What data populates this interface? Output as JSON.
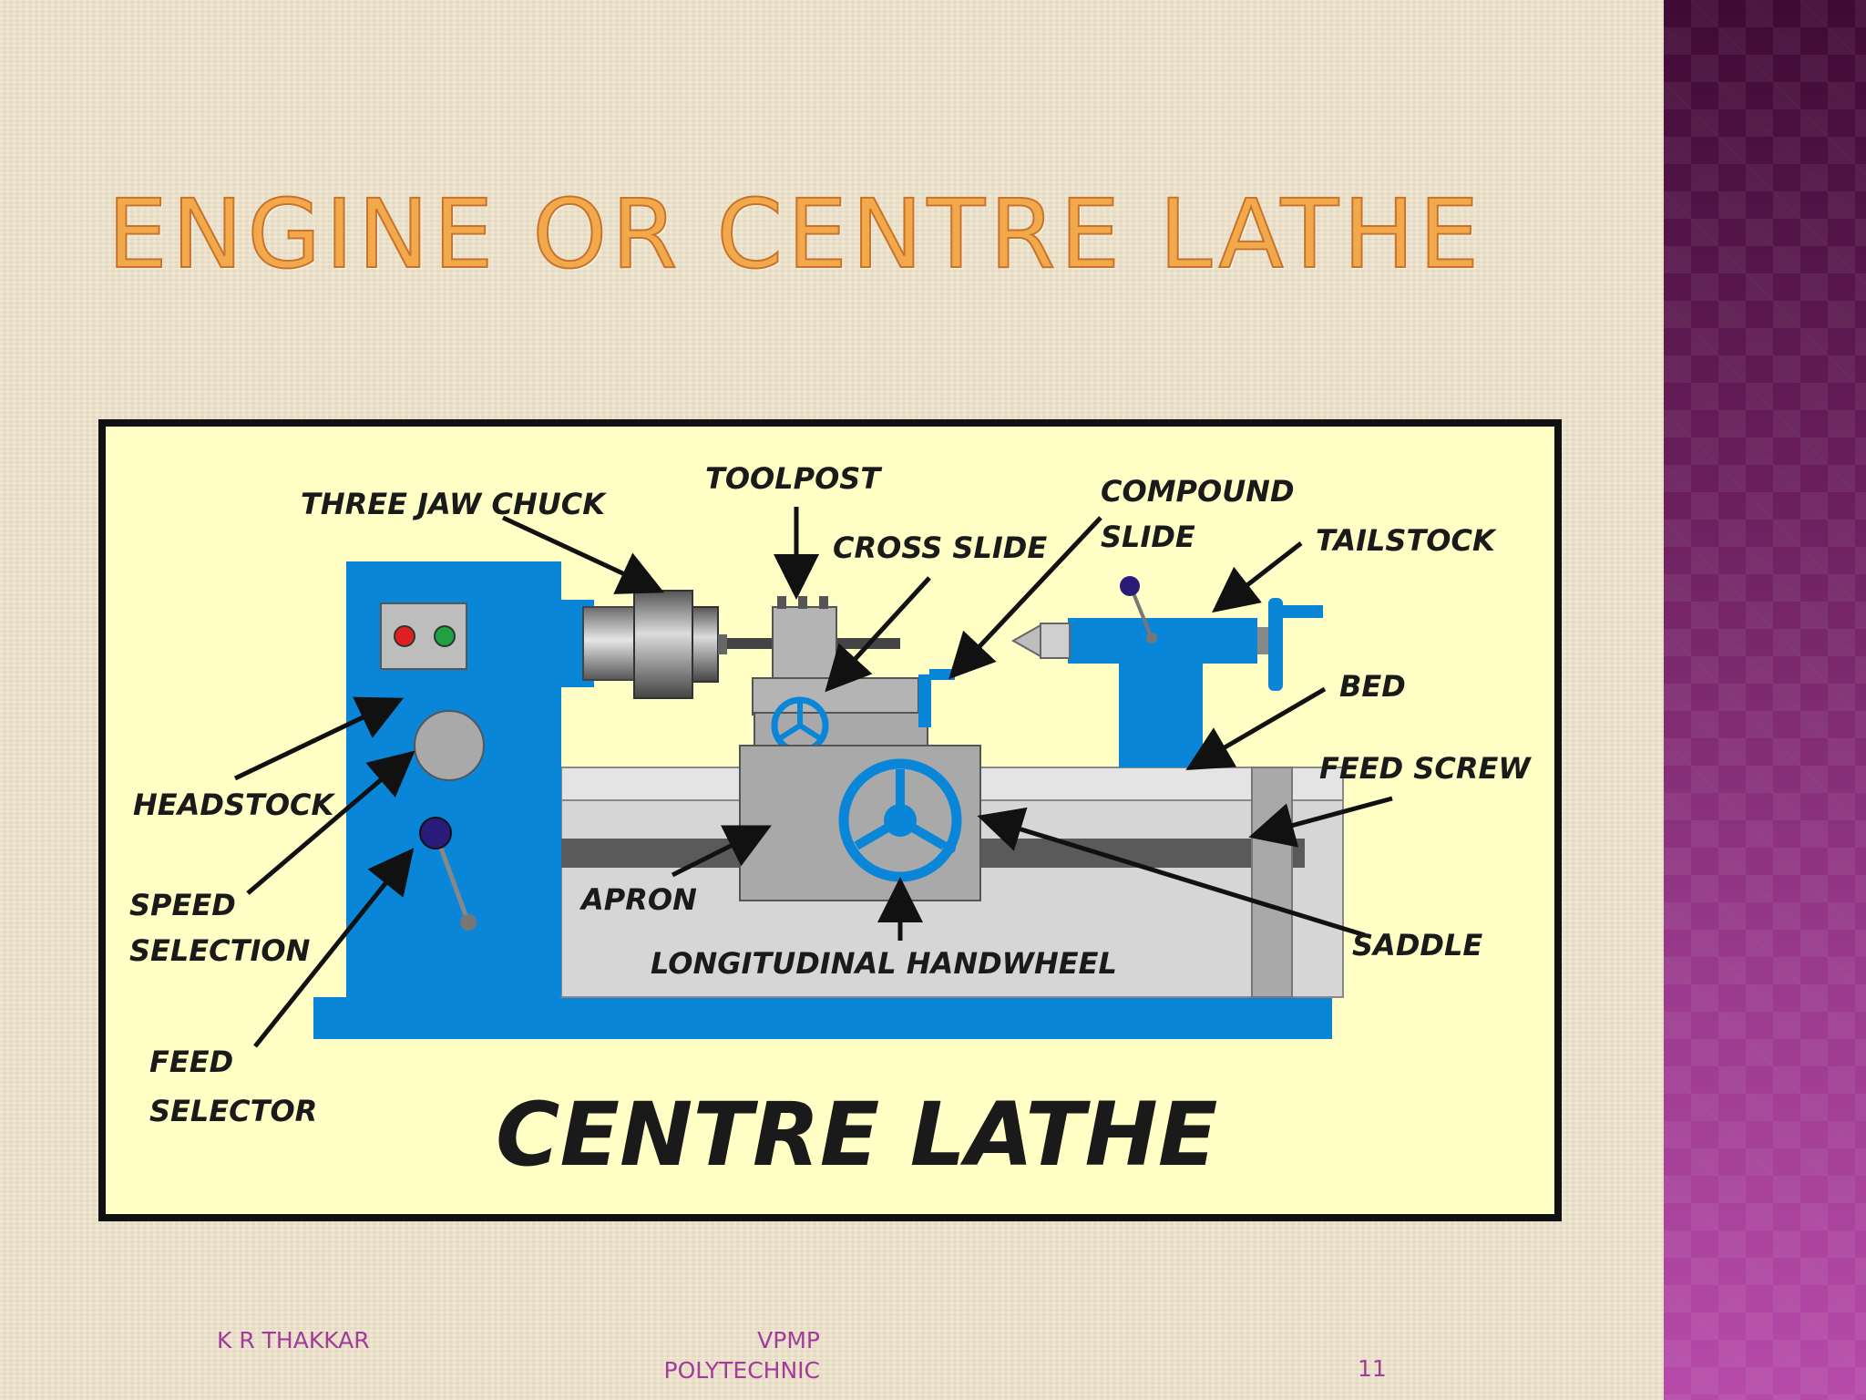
{
  "slide": {
    "title": "ENGINE OR CENTRE LATHE"
  },
  "diagram": {
    "caption": "CENTRE LATHE",
    "labels": {
      "three_jaw_chuck": "THREE JAW CHUCK",
      "toolpost": "TOOLPOST",
      "cross_slide": "CROSS SLIDE",
      "compound_slide_line1": "COMPOUND",
      "compound_slide_line2": "SLIDE",
      "tailstock": "TAILSTOCK",
      "bed": "BED",
      "feed_screw": "FEED SCREW",
      "headstock": "HEADSTOCK",
      "speed_selection_line1": "SPEED",
      "speed_selection_line2": "SELECTION",
      "feed_selector_line1": "FEED",
      "feed_selector_line2": "SELECTOR",
      "apron": "APRON",
      "longitudinal_handwheel": "LONGITUDINAL HANDWHEEL",
      "saddle": "SADDLE"
    },
    "colors": {
      "machine_blue": "#0a86d8",
      "panel_bg": "#ffffc6",
      "steel_gray": "#a9a9a9",
      "light_gray": "#d6d6d6"
    }
  },
  "footer": {
    "author": "K R THAKKAR",
    "institution_line1": "VPMP",
    "institution_line2": "POLYTECHNIC",
    "page_number": "11"
  }
}
